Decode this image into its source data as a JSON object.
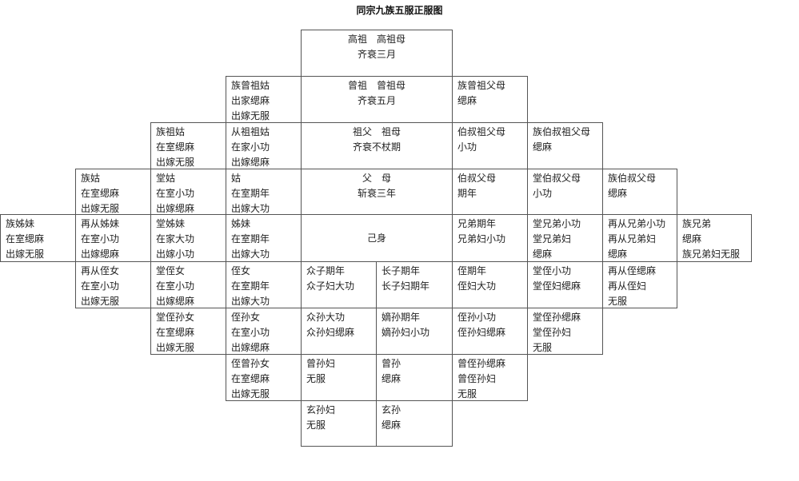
{
  "title": "同宗九族五服正服图",
  "cells": [
    {
      "id": "gaozu",
      "col": [
        376,
        565
      ],
      "row": [
        37,
        95
      ],
      "align": "center",
      "lines": [
        "高祖　高祖母",
        "齐衰三月"
      ]
    },
    {
      "id": "zu-zengzugu",
      "col": [
        282,
        376
      ],
      "row": [
        95,
        153
      ],
      "lines": [
        "族曾祖姑",
        "出家缌麻",
        "出嫁无服"
      ]
    },
    {
      "id": "zengzu",
      "col": [
        376,
        565
      ],
      "row": [
        95,
        153
      ],
      "align": "center",
      "lines": [
        "曾祖　曾祖母",
        "齐衰五月"
      ]
    },
    {
      "id": "zu-zengzufumu",
      "col": [
        565,
        659
      ],
      "row": [
        95,
        153
      ],
      "lines": [
        "族曾祖父母",
        "缌麻"
      ]
    },
    {
      "id": "zu-zugu",
      "col": [
        188,
        282
      ],
      "row": [
        153,
        211
      ],
      "lines": [
        "族祖姑",
        "在室缌麻",
        "出嫁无服"
      ]
    },
    {
      "id": "cong-zuzugu",
      "col": [
        282,
        376
      ],
      "row": [
        153,
        211
      ],
      "lines": [
        "从祖祖姑",
        "在家小功",
        "出嫁缌麻"
      ]
    },
    {
      "id": "zufu",
      "col": [
        376,
        565
      ],
      "row": [
        153,
        211
      ],
      "align": "center",
      "lines": [
        "祖父　祖母",
        "齐衰不杖期"
      ]
    },
    {
      "id": "boshu-zufumu",
      "col": [
        565,
        659
      ],
      "row": [
        153,
        211
      ],
      "lines": [
        "伯叔祖父母",
        "小功"
      ]
    },
    {
      "id": "zu-boshu-zufumu",
      "col": [
        659,
        753
      ],
      "row": [
        153,
        211
      ],
      "lines": [
        "族伯叔祖父母",
        "缌麻"
      ]
    },
    {
      "id": "zu-gu",
      "col": [
        94,
        188
      ],
      "row": [
        211,
        268
      ],
      "lines": [
        "族姑",
        "在室缌麻",
        "出嫁无服"
      ]
    },
    {
      "id": "tang-gu",
      "col": [
        188,
        282
      ],
      "row": [
        211,
        268
      ],
      "lines": [
        "堂姑",
        "在室小功",
        "出嫁缌麻"
      ]
    },
    {
      "id": "gu",
      "col": [
        282,
        376
      ],
      "row": [
        211,
        268
      ],
      "lines": [
        "姑",
        "在室期年",
        "出嫁大功"
      ]
    },
    {
      "id": "fumu",
      "col": [
        376,
        565
      ],
      "row": [
        211,
        268
      ],
      "align": "center",
      "lines": [
        "父　母",
        "斩衰三年"
      ]
    },
    {
      "id": "boshu-fumu",
      "col": [
        565,
        659
      ],
      "row": [
        211,
        268
      ],
      "lines": [
        "伯叔父母",
        "期年"
      ]
    },
    {
      "id": "tang-boshu-fumu",
      "col": [
        659,
        753
      ],
      "row": [
        211,
        268
      ],
      "lines": [
        "堂伯叔父母",
        "小功"
      ]
    },
    {
      "id": "zu-boshu-fumu",
      "col": [
        753,
        846
      ],
      "row": [
        211,
        268
      ],
      "lines": [
        "族伯叔父母",
        "缌麻"
      ]
    },
    {
      "id": "zu-zimei",
      "col": [
        0,
        94
      ],
      "row": [
        268,
        327
      ],
      "lines": [
        "族姊妹",
        "在室缌麻",
        "出嫁无服"
      ]
    },
    {
      "id": "zaicong-zimei",
      "col": [
        94,
        188
      ],
      "row": [
        268,
        327
      ],
      "lines": [
        "再从姊妹",
        "在室小功",
        "出嫁缌麻"
      ]
    },
    {
      "id": "tang-zimei",
      "col": [
        188,
        282
      ],
      "row": [
        268,
        327
      ],
      "lines": [
        "堂姊妹",
        "在家大功",
        "出嫁小功"
      ]
    },
    {
      "id": "zimei",
      "col": [
        282,
        376
      ],
      "row": [
        268,
        327
      ],
      "lines": [
        "姊妹",
        "在室期年",
        "出嫁大功"
      ]
    },
    {
      "id": "jishen",
      "col": [
        376,
        565
      ],
      "row": [
        268,
        327
      ],
      "align": "mid",
      "lines": [
        "己身"
      ]
    },
    {
      "id": "xiongdi",
      "col": [
        565,
        659
      ],
      "row": [
        268,
        327
      ],
      "lines": [
        "兄弟期年",
        "兄弟妇小功"
      ]
    },
    {
      "id": "tang-xiongdi",
      "col": [
        659,
        753
      ],
      "row": [
        268,
        327
      ],
      "lines": [
        "堂兄弟小功",
        "堂兄弟妇",
        "缌麻"
      ]
    },
    {
      "id": "zaicong-xiongdi",
      "col": [
        753,
        846
      ],
      "row": [
        268,
        327
      ],
      "lines": [
        "再从兄弟小功",
        "再从兄弟妇",
        "缌麻"
      ]
    },
    {
      "id": "zu-xiongdi",
      "col": [
        846,
        939
      ],
      "row": [
        268,
        327
      ],
      "lines": [
        "族兄弟",
        "缌麻",
        "族兄弟妇无服"
      ]
    },
    {
      "id": "zaicong-zhinv",
      "col": [
        94,
        188
      ],
      "row": [
        327,
        385
      ],
      "lines": [
        "再从侄女",
        "在室小功",
        "出嫁无服"
      ]
    },
    {
      "id": "tang-zhinv",
      "col": [
        188,
        282
      ],
      "row": [
        327,
        385
      ],
      "lines": [
        "堂侄女",
        "在室小功",
        "出嫁缌麻"
      ]
    },
    {
      "id": "zhinv",
      "col": [
        282,
        376
      ],
      "row": [
        327,
        385
      ],
      "lines": [
        "侄女",
        "在室期年",
        "出嫁大功"
      ]
    },
    {
      "id": "zhongzi",
      "col": [
        376,
        470
      ],
      "row": [
        327,
        385
      ],
      "lines": [
        "众子期年",
        "众子妇大功"
      ]
    },
    {
      "id": "zhangzi",
      "col": [
        470,
        565
      ],
      "row": [
        327,
        385
      ],
      "lines": [
        "长子期年",
        "长子妇期年"
      ]
    },
    {
      "id": "zhi",
      "col": [
        565,
        659
      ],
      "row": [
        327,
        385
      ],
      "lines": [
        "侄期年",
        "侄妇大功"
      ]
    },
    {
      "id": "tang-zhi",
      "col": [
        659,
        753
      ],
      "row": [
        327,
        385
      ],
      "lines": [
        "堂侄小功",
        "堂侄妇缌麻"
      ]
    },
    {
      "id": "zaicong-zhi",
      "col": [
        753,
        846
      ],
      "row": [
        327,
        385
      ],
      "lines": [
        "再从侄缌麻",
        "再从侄妇",
        "无服"
      ]
    },
    {
      "id": "tang-zhisunnv",
      "col": [
        188,
        282
      ],
      "row": [
        385,
        443
      ],
      "lines": [
        "堂侄孙女",
        "在室缌麻",
        "出嫁无服"
      ]
    },
    {
      "id": "zhisunnv",
      "col": [
        282,
        376
      ],
      "row": [
        385,
        443
      ],
      "lines": [
        "侄孙女",
        "在室小功",
        "出嫁缌麻"
      ]
    },
    {
      "id": "zhongsun",
      "col": [
        376,
        470
      ],
      "row": [
        385,
        443
      ],
      "lines": [
        "众孙大功",
        "众孙妇缌麻"
      ]
    },
    {
      "id": "disun",
      "col": [
        470,
        565
      ],
      "row": [
        385,
        443
      ],
      "lines": [
        "嫡孙期年",
        "嫡孙妇小功"
      ]
    },
    {
      "id": "zhisun",
      "col": [
        565,
        659
      ],
      "row": [
        385,
        443
      ],
      "lines": [
        "侄孙小功",
        "侄孙妇缌麻"
      ]
    },
    {
      "id": "tang-zhisun",
      "col": [
        659,
        753
      ],
      "row": [
        385,
        443
      ],
      "lines": [
        "堂侄孙缌麻",
        "堂侄孙妇",
        "无服"
      ]
    },
    {
      "id": "zhi-zengsunnv",
      "col": [
        282,
        376
      ],
      "row": [
        443,
        501
      ],
      "lines": [
        "侄曾孙女",
        "在室缌麻",
        "出嫁无服"
      ]
    },
    {
      "id": "zengsunfu",
      "col": [
        376,
        470
      ],
      "row": [
        443,
        501
      ],
      "lines": [
        "曾孙妇",
        "无服"
      ]
    },
    {
      "id": "zengsun",
      "col": [
        470,
        565
      ],
      "row": [
        443,
        501
      ],
      "lines": [
        "曾孙",
        "缌麻"
      ]
    },
    {
      "id": "zeng-zhisun",
      "col": [
        565,
        659
      ],
      "row": [
        443,
        501
      ],
      "lines": [
        "曾侄孙缌麻",
        "曾侄孙妇",
        "无服"
      ]
    },
    {
      "id": "xuansunfu",
      "col": [
        376,
        470
      ],
      "row": [
        501,
        558
      ],
      "lines": [
        "玄孙妇",
        "无服"
      ]
    },
    {
      "id": "xuansun",
      "col": [
        470,
        565
      ],
      "row": [
        501,
        558
      ],
      "lines": [
        "玄孙",
        "缌麻"
      ]
    }
  ]
}
